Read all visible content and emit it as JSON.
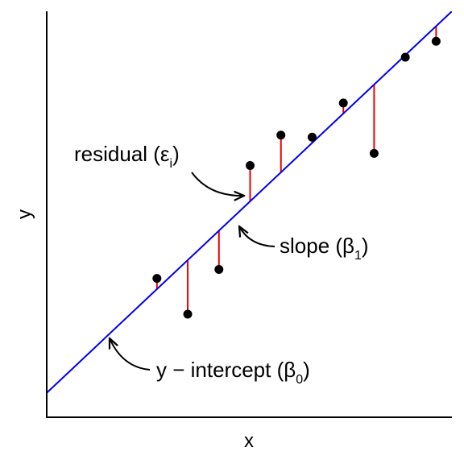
{
  "chart_data": {
    "type": "scatter",
    "title": "",
    "xlabel": "x",
    "ylabel": "y",
    "xlim": [
      0,
      10
    ],
    "ylim": [
      0,
      10
    ],
    "grid": false,
    "colors": {
      "points": "#000000",
      "fit_line": "#0000ee",
      "residuals": "#ee0000",
      "axes": "#000000",
      "arrows": "#000000"
    },
    "points": [
      {
        "x": 2.72,
        "y": 3.42
      },
      {
        "x": 3.48,
        "y": 2.54
      },
      {
        "x": 4.25,
        "y": 3.64
      },
      {
        "x": 5.02,
        "y": 6.2
      },
      {
        "x": 5.78,
        "y": 6.95
      },
      {
        "x": 6.55,
        "y": 6.9
      },
      {
        "x": 7.32,
        "y": 7.74
      },
      {
        "x": 8.08,
        "y": 6.5
      },
      {
        "x": 8.85,
        "y": 8.87
      },
      {
        "x": 9.61,
        "y": 9.26
      }
    ],
    "fit_line": {
      "intercept": 0.6,
      "slope": 0.94
    },
    "annotations": [
      {
        "label_prefix": "residual (ε",
        "subscript": "i",
        "label_suffix": ")"
      },
      {
        "label_prefix": "slope (β",
        "subscript": "1",
        "label_suffix": ")"
      },
      {
        "label_prefix": "y − intercept (β",
        "subscript": "0",
        "label_suffix": ")"
      }
    ]
  }
}
